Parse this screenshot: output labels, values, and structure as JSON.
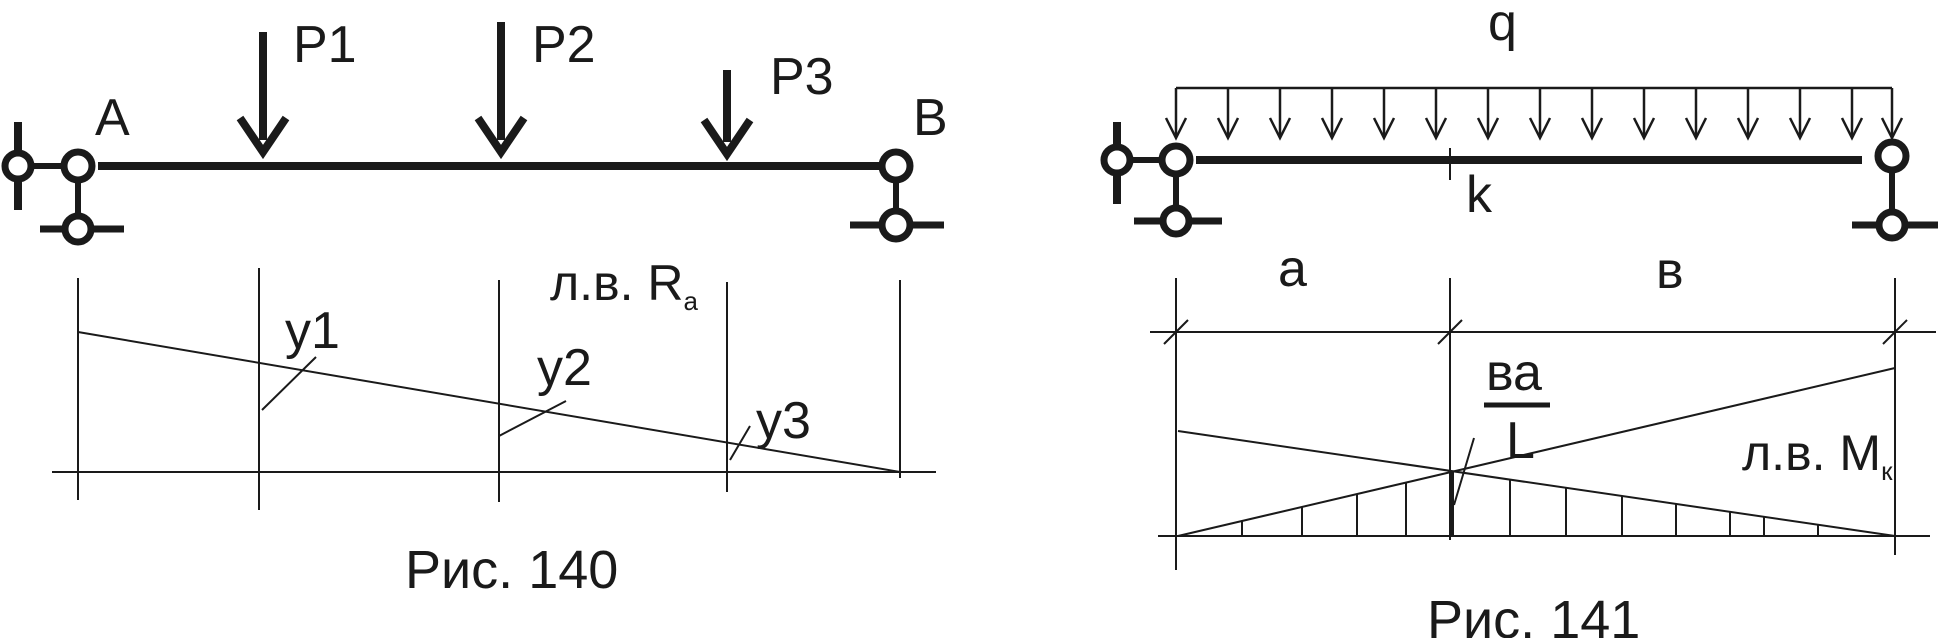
{
  "figure_140": {
    "caption": "Рис. 140",
    "support_a_label": "A",
    "support_b_label": "B",
    "loads": [
      "P1",
      "P2",
      "P3"
    ],
    "influence_line_name": "л.в. R",
    "influence_line_subscript": "a",
    "ordinates": [
      "y1",
      "y2",
      "y3"
    ]
  },
  "figure_141": {
    "caption": "Рис. 141",
    "distributed_load_label": "q",
    "section_label": "k",
    "dim_left_label": "a",
    "dim_right_label": "в",
    "fraction_numerator": "ва",
    "fraction_denominator": "L",
    "influence_line_name": "л.в. M",
    "influence_line_subscript": "к"
  },
  "colors": {
    "ink": "#1a1a1a",
    "background": "#ffffff"
  }
}
